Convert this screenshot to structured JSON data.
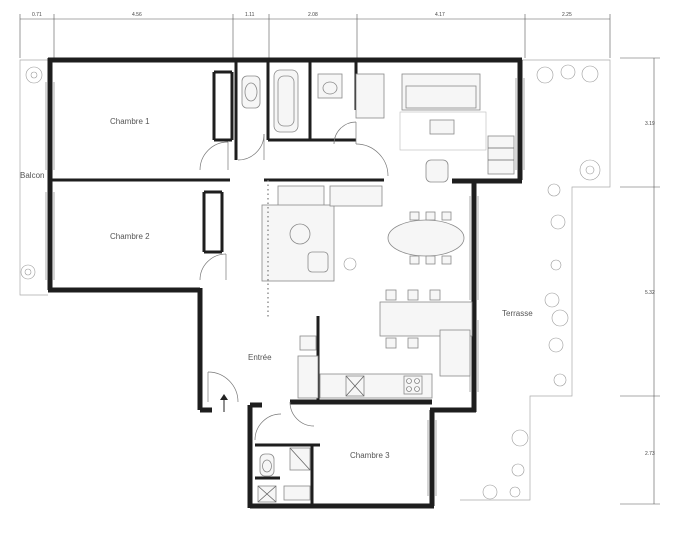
{
  "dimensions_top": [
    "0.71",
    "4.56",
    "1.11",
    "2.08",
    "4.17",
    "2.25"
  ],
  "dimensions_right": [
    "3.19",
    "5.32",
    "2.73"
  ],
  "rooms": {
    "chambre1": "Chambre 1",
    "chambre2": "Chambre 2",
    "chambre3": "Chambre 3",
    "entree": "Entrée",
    "balcon": "Balcon",
    "terrasse": "Terrasse"
  }
}
